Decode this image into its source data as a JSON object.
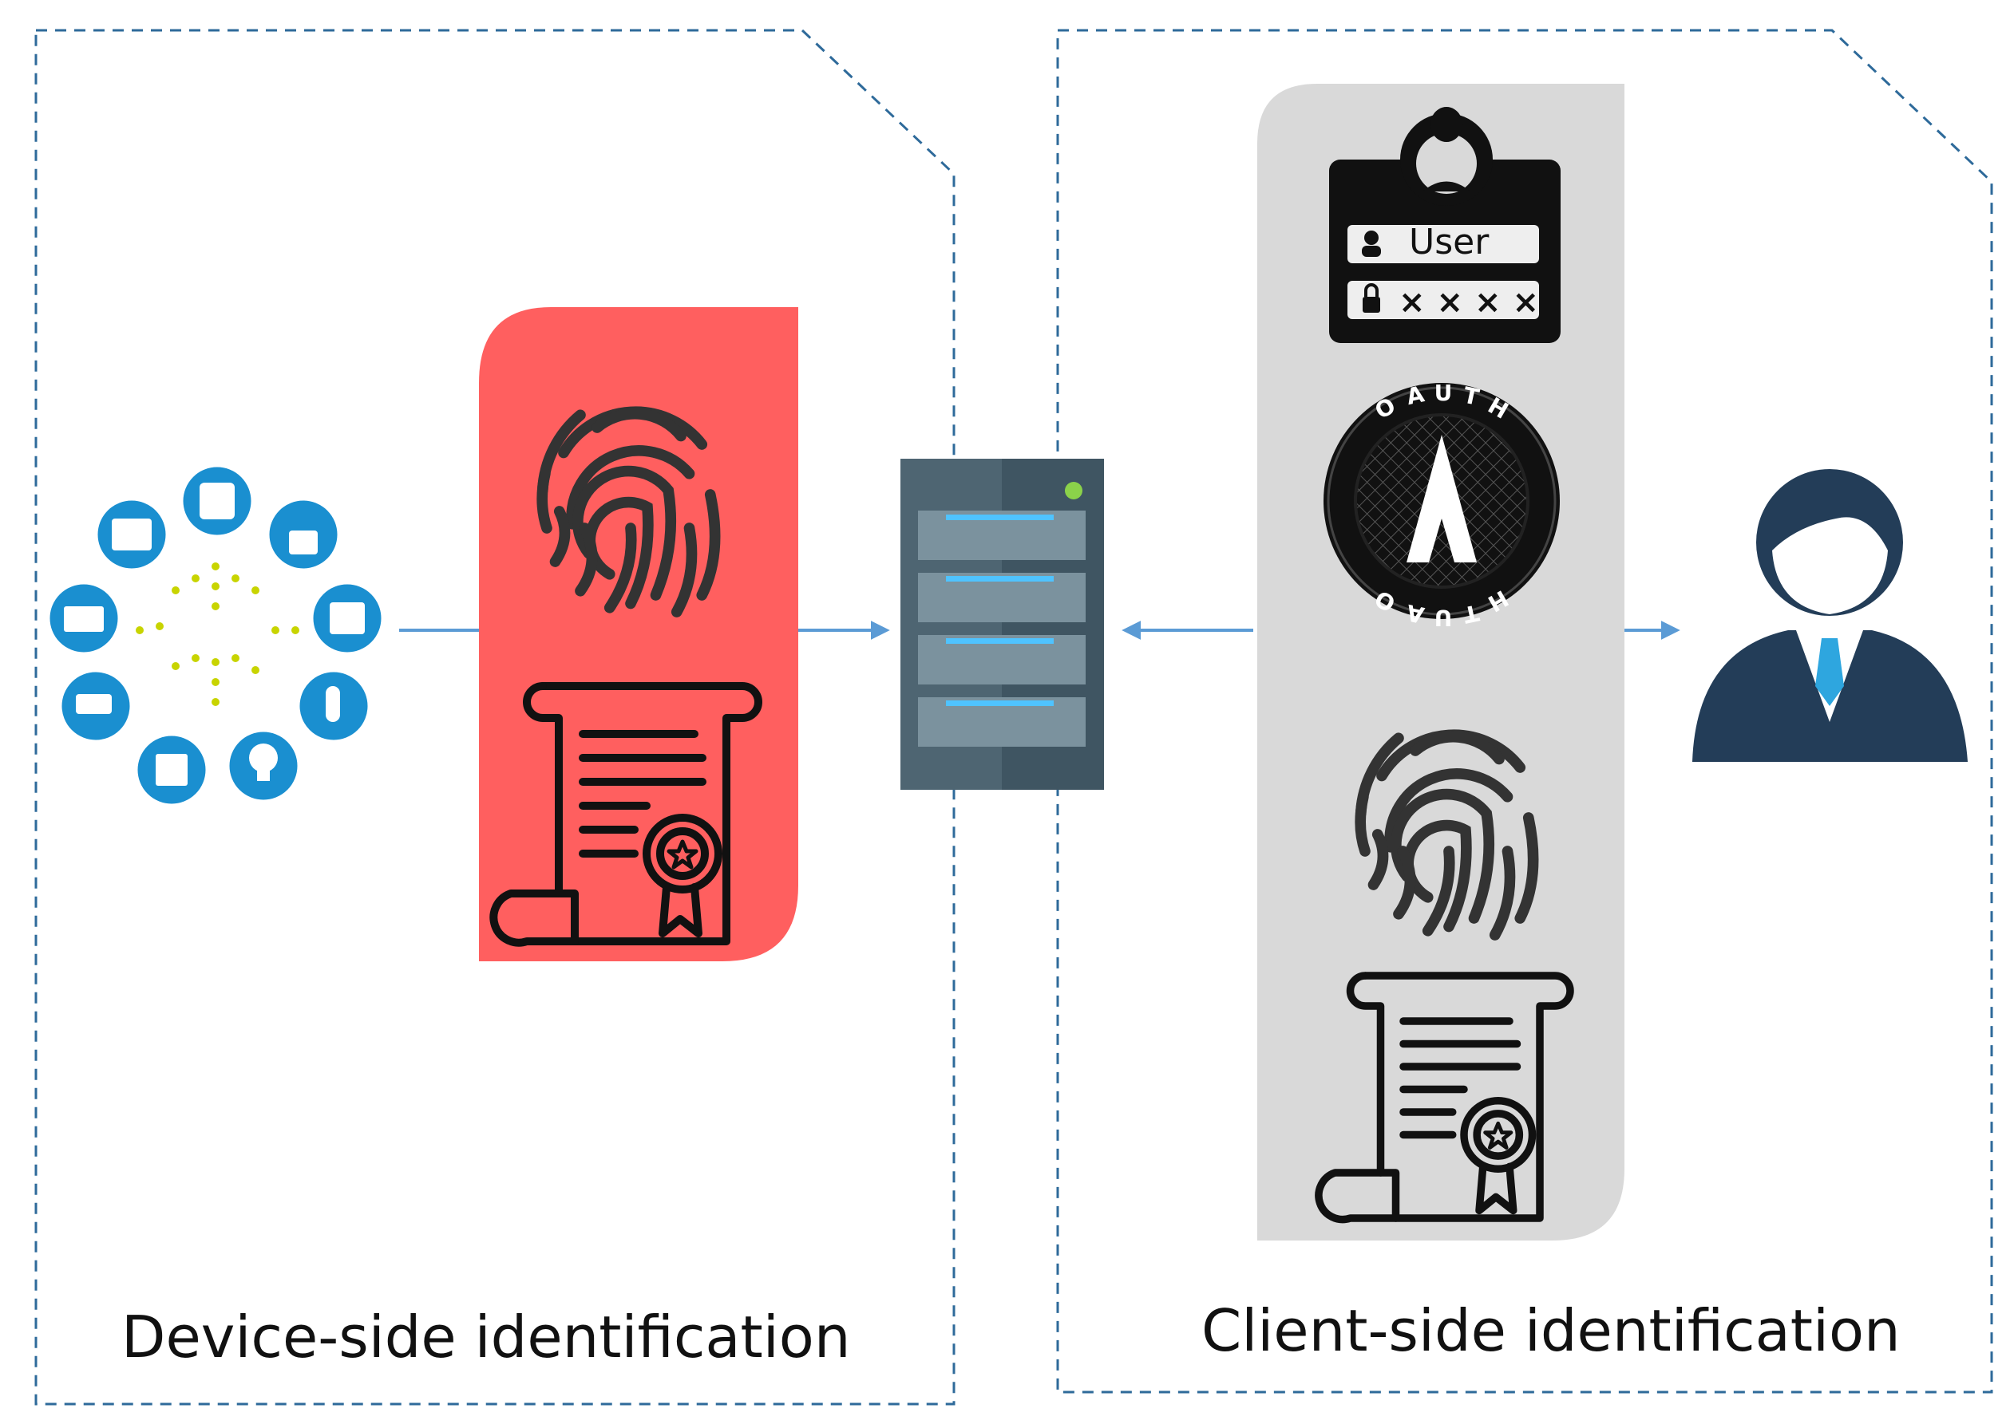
{
  "panels": {
    "device": {
      "caption": "Device-side identification"
    },
    "client": {
      "caption": "Client-side identification"
    }
  },
  "login_card": {
    "user_label": "User",
    "password_mask": "××××"
  },
  "oauth_badge": {
    "ring_text": "OAUTH",
    "letter": "A"
  },
  "colors": {
    "panel_border": "#2e6a9a",
    "device_box": "#ff5f5f",
    "client_box": "#d9d9d9",
    "arrow": "#5b9bd5",
    "iot_blue": "#1a8fd0",
    "iot_dots": "#c8d400",
    "server_body": "#4e6572",
    "server_light": "#8bd24a",
    "user_navy": "#233d58",
    "user_tie": "#2ea6df"
  },
  "icons": [
    "iot-devices-icon",
    "fingerprint-icon",
    "certificate-icon",
    "server-icon",
    "login-card-icon",
    "oauth-icon",
    "user-avatar-icon"
  ]
}
